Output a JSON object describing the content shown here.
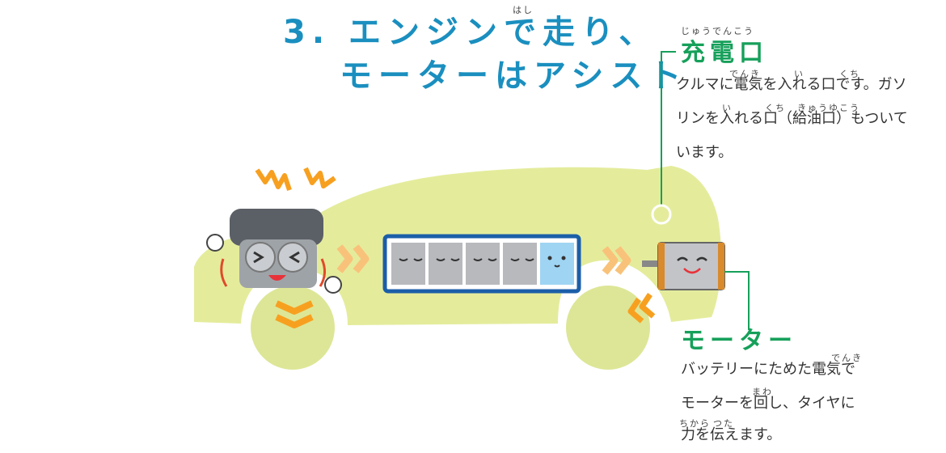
{
  "title": {
    "line1": "3. エンジンで走り、",
    "line2": "モーターはアシスト",
    "ruby_hashi": "はし"
  },
  "charging_port": {
    "heading": "充電口",
    "heading_ruby": "じゅうでんこう",
    "line1": "クルマに電気を入れる口です。ガソ",
    "line2": "リンを入れる口（給油口）もついて",
    "line3": "います。",
    "ruby": {
      "denki": "でんき",
      "i1": "い",
      "kuchi1": "くち",
      "i2": "い",
      "kuchi2": "くち",
      "kyuyukou": "きゅうゆこう"
    }
  },
  "motor": {
    "heading": "モーター",
    "line1": "バッテリーにためた電気で",
    "line2": "モーターを回し、タイヤに",
    "line3": "力を伝えます。",
    "ruby": {
      "denki": "でんき",
      "mawa": "まわ",
      "chikara": "ちから",
      "tsuta": "つた"
    }
  },
  "colors": {
    "title": "#1a8fbf",
    "heading": "#16a05a",
    "car_body": "#e4ec9c",
    "battery_frame": "#1b5ea8",
    "arrow": "#f7a020"
  }
}
